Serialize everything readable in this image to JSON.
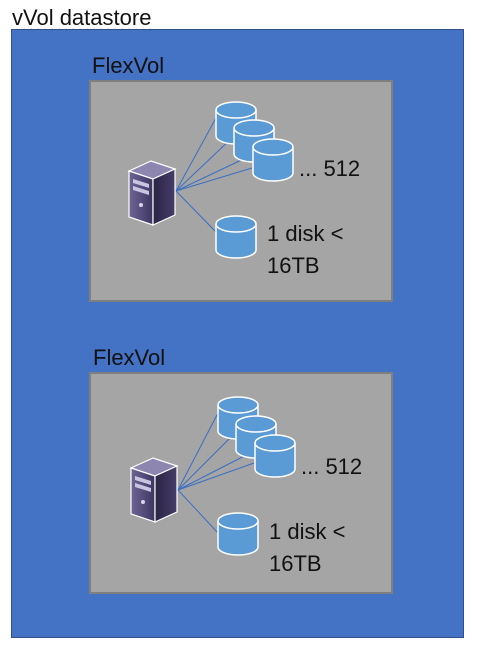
{
  "title": {
    "text": "vVol datastore"
  },
  "groups": [
    {
      "label": "FlexVol",
      "count_label": "... 512",
      "disk_line1": "1 disk <",
      "disk_line2": "16TB"
    },
    {
      "label": "FlexVol",
      "count_label": "... 512",
      "disk_line1": "1 disk <",
      "disk_line2": "16TB"
    }
  ],
  "colors": {
    "outer_fill": "#4472c4",
    "panel_fill": "#a5a5a5",
    "disk_fill": "#5b9bd5",
    "server_fill": "#4a3f6b"
  },
  "icons": [
    "server-icon",
    "disk-icon"
  ]
}
